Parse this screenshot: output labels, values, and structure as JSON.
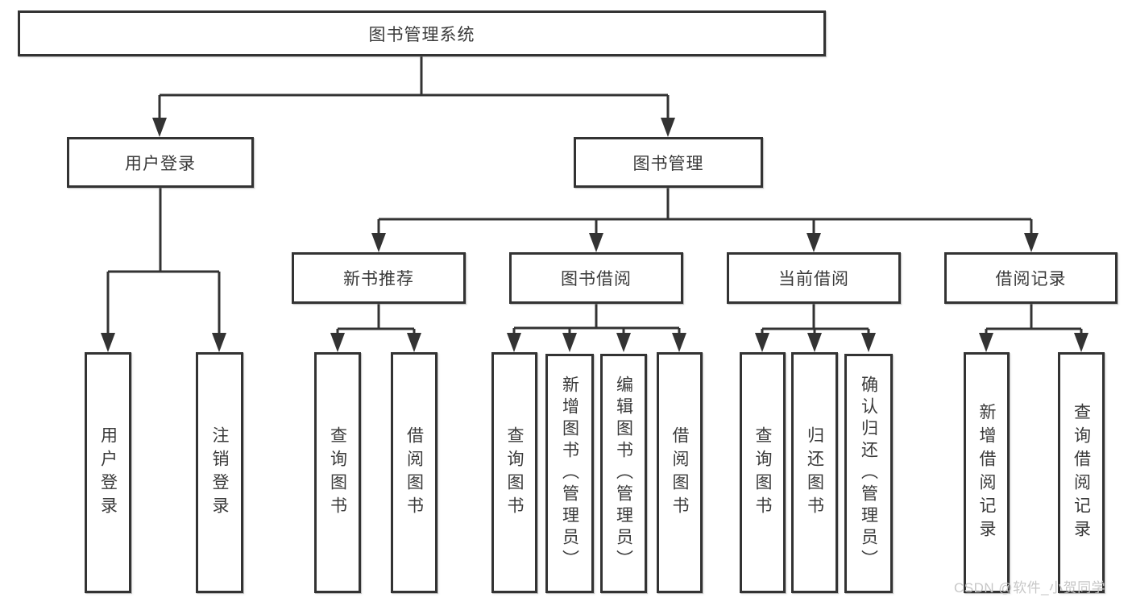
{
  "colors": {
    "line": "#333333",
    "node_border": "#333333",
    "node_text": "#3a3a3a",
    "background": "#ffffff",
    "watermark_text_color": "#c7c7c7"
  },
  "nodes": {
    "root": "图书管理系统",
    "user_login": "用户登录",
    "book_mgmt": "图书管理",
    "new_book_rec": "新书推荐",
    "book_borrow": "图书借阅",
    "current_borrow": "当前借阅",
    "borrow_records": "借阅记录",
    "leaf_user_login": "用户登录",
    "leaf_logout": "注销登录",
    "leaf_rec_query_book": "查询图书",
    "leaf_rec_borrow_book": "借阅图书",
    "leaf_bb_query_book": "查询图书",
    "leaf_bb_add_book": "新增图书（管理员）",
    "leaf_bb_edit_book": "编辑图书（管理员）",
    "leaf_bb_borrow_book": "借阅图书",
    "leaf_cb_query_book": "查询图书",
    "leaf_cb_return_book": "归还图书",
    "leaf_cb_confirm_return": "确认归还（管理员）",
    "leaf_br_add_record": "新增借阅记录",
    "leaf_br_query_record": "查询借阅记录"
  },
  "watermark": "CSDN @软件_小贺同学"
}
